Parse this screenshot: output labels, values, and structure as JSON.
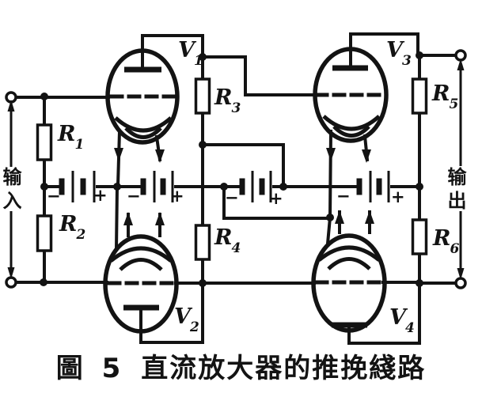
{
  "figure": {
    "caption_prefix": "圖 5",
    "caption_text": "直流放大器的推挽綫路"
  },
  "io": {
    "input_label": "输入",
    "output_label": "输出"
  },
  "tubes": [
    {
      "base": "V",
      "sub": "1"
    },
    {
      "base": "V",
      "sub": "2"
    },
    {
      "base": "V",
      "sub": "3"
    },
    {
      "base": "V",
      "sub": "4"
    }
  ],
  "resistors": [
    {
      "base": "R",
      "sub": "1"
    },
    {
      "base": "R",
      "sub": "2"
    },
    {
      "base": "R",
      "sub": "3"
    },
    {
      "base": "R",
      "sub": "4"
    },
    {
      "base": "R",
      "sub": "5"
    },
    {
      "base": "R",
      "sub": "6"
    }
  ],
  "batteries": [
    {
      "minus": "−",
      "plus": "+"
    },
    {
      "minus": "−",
      "plus": "+"
    },
    {
      "minus": "−",
      "plus": "+"
    },
    {
      "minus": "−",
      "plus": "+"
    }
  ],
  "colors": {
    "ink": "#131313",
    "paper": "#ffffff"
  }
}
